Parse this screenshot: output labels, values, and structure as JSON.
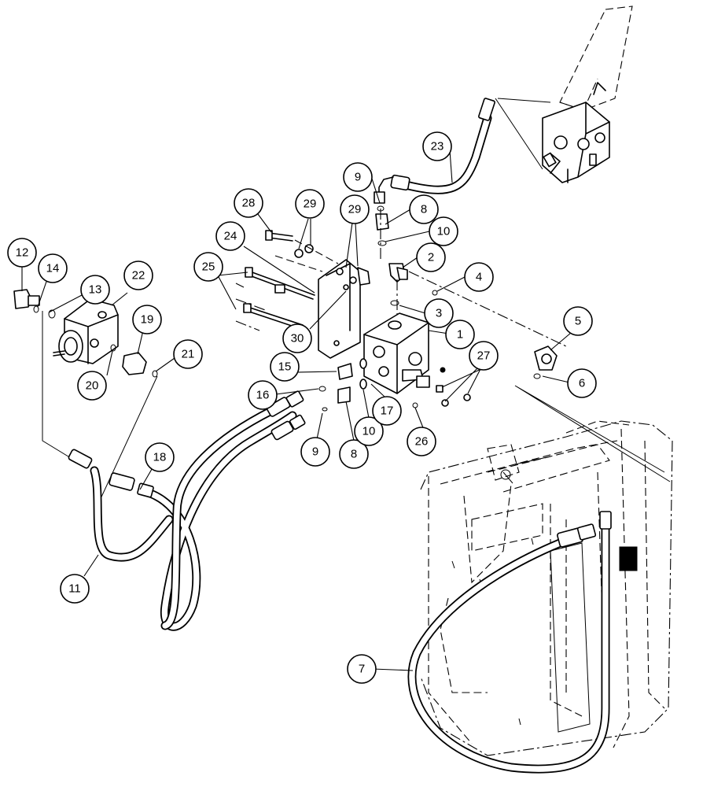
{
  "callouts": [
    {
      "label": "1"
    },
    {
      "label": "2"
    },
    {
      "label": "3"
    },
    {
      "label": "4"
    },
    {
      "label": "5"
    },
    {
      "label": "6"
    },
    {
      "label": "7"
    },
    {
      "label": "8"
    },
    {
      "label": "8"
    },
    {
      "label": "9"
    },
    {
      "label": "9"
    },
    {
      "label": "10"
    },
    {
      "label": "10"
    },
    {
      "label": "11"
    },
    {
      "label": "12"
    },
    {
      "label": "13"
    },
    {
      "label": "14"
    },
    {
      "label": "15"
    },
    {
      "label": "16"
    },
    {
      "label": "17"
    },
    {
      "label": "18"
    },
    {
      "label": "19"
    },
    {
      "label": "20"
    },
    {
      "label": "21"
    },
    {
      "label": "22"
    },
    {
      "label": "23"
    },
    {
      "label": "24"
    },
    {
      "label": "25"
    },
    {
      "label": "26"
    },
    {
      "label": "27"
    },
    {
      "label": "28"
    },
    {
      "label": "29"
    },
    {
      "label": "29"
    },
    {
      "label": "30"
    }
  ],
  "colors": {
    "line": "#000000",
    "background": "#ffffff"
  }
}
